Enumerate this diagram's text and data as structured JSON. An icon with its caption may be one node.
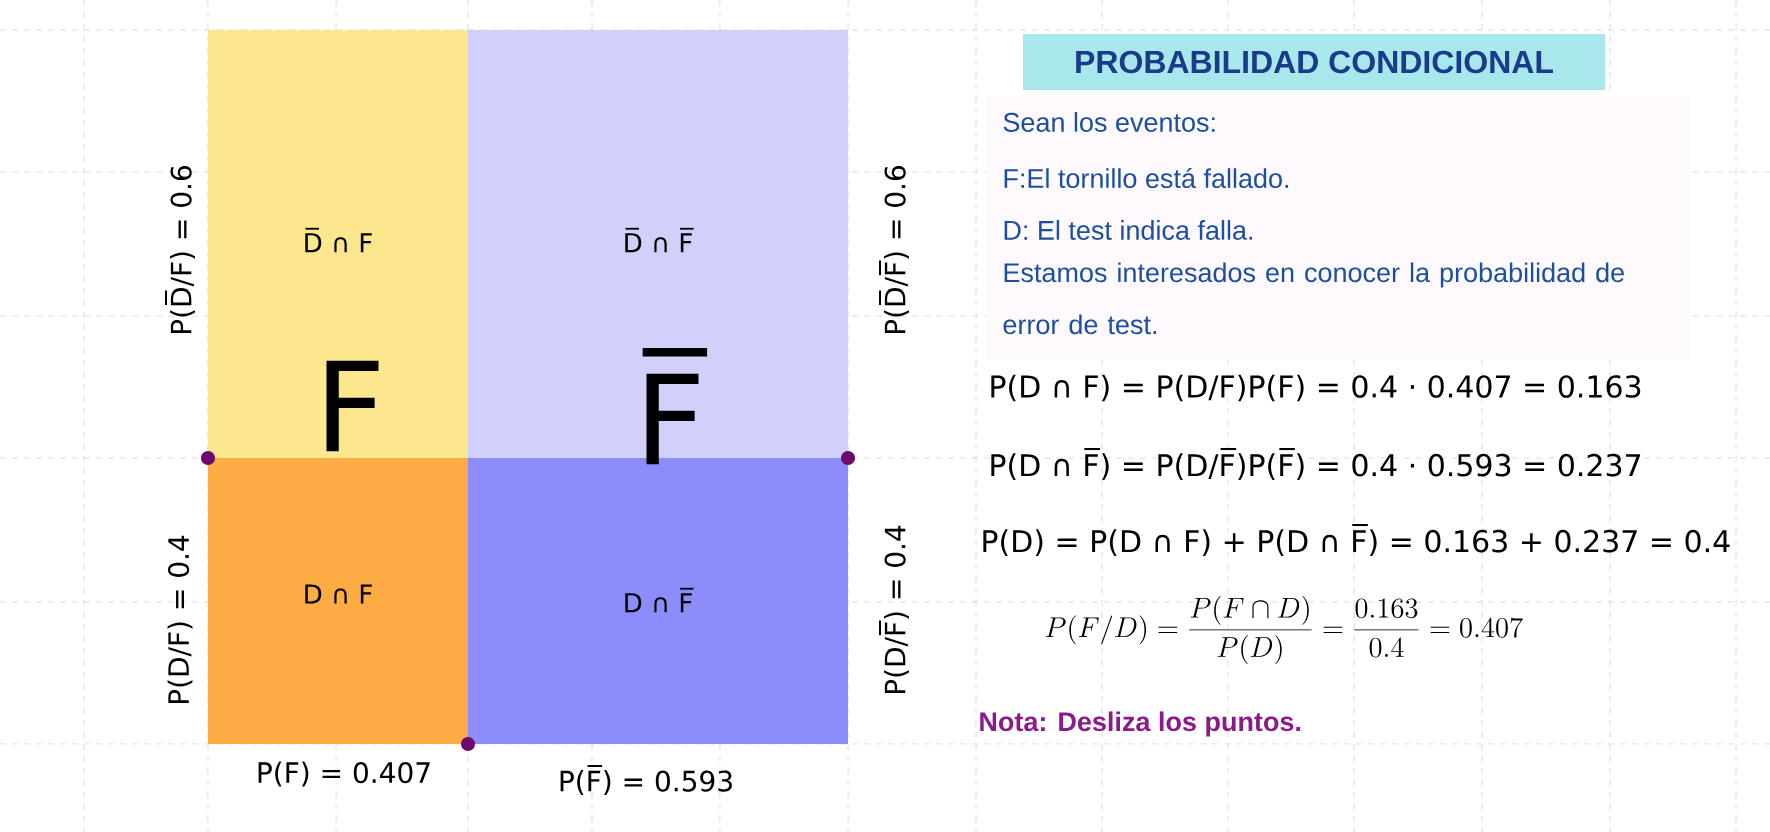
{
  "diagram": {
    "title": "PROBABILIDAD CONDICIONAL",
    "nodes": [
      {
        "text": [
          "D̅ ∩ F"
        ]
      },
      {
        "text": [
          "D̅ ∩ F̅"
        ]
      },
      {
        "text": [
          "D ∩ F"
        ]
      },
      {
        "text": [
          "D ∩ F̅"
        ]
      }
    ],
    "labels": [
      "Sean los eventos:",
      "F:El tornillo está fallado.",
      "D: El test indica falla.",
      "Estamos interesados en conocer la probabilidad de error de test.",
      "P(D̅/F) = 0.6",
      "P(D̅/F̅) = 0.6",
      "P(D ∩ F) = P(D/F)P(F) = 0.4 · 0.407 = 0.163",
      "F",
      "F̅",
      "P(D ∩ F̅) = P(D/F̅)P(F̅) = 0.4 · 0.593 = 0.237",
      "P(D) = P(D ∩ F) + P(D ∩ F̅) = 0.163 + 0.237 = 0.4",
      "P(D/F) = 0.4",
      "P(D/F̅) = 0.4",
      "P(F/D) = \\frac{P(F\\cap D)}{P(D)} = \\frac{0.163}{0.4} = 0.407",
      "Nota: Desliza los puntos.",
      "P(F) = 0.407",
      "P(F̅) = 0.593"
    ]
  }
}
